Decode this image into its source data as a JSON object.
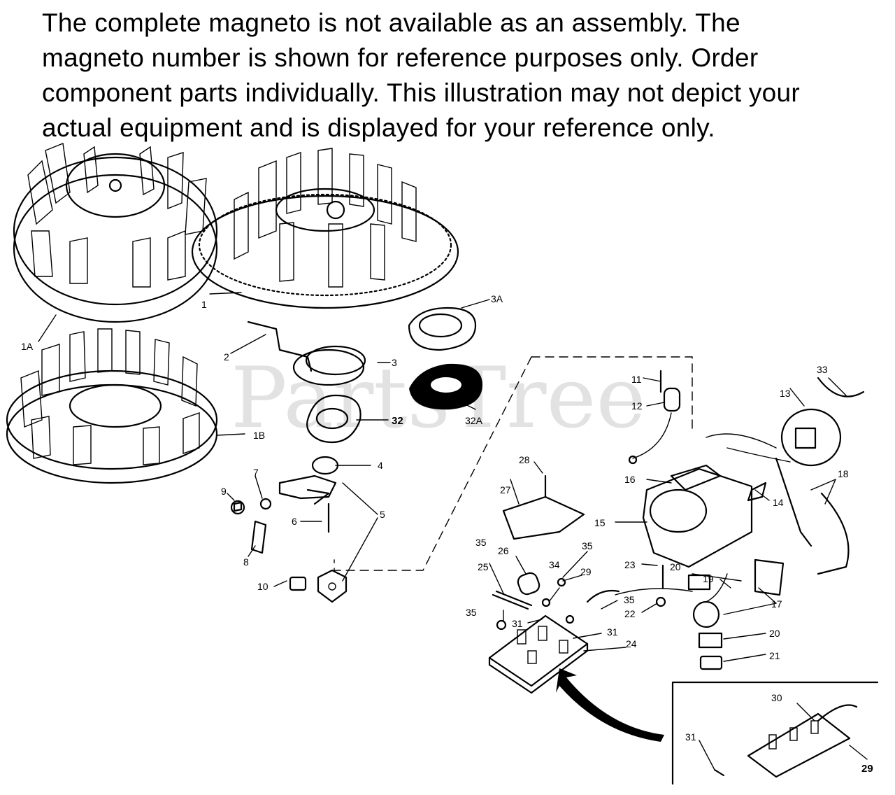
{
  "notice_text": "The complete magneto is not available as an assembly.  The magneto number is shown for reference purposes only. Order component parts individually.  This illustration may not depict your actual equipment and is displayed for your reference only.",
  "watermark_text": "PartsTree",
  "callouts": {
    "p1": "1",
    "p1a": "1A",
    "p1b": "1B",
    "p2": "2",
    "p3": "3",
    "p3a": "3A",
    "p4": "4",
    "p5": "5",
    "p6": "6",
    "p7": "7",
    "p8": "8",
    "p9": "9",
    "p10": "10",
    "p11": "11",
    "p12": "12",
    "p13": "13",
    "p14": "14",
    "p15": "15",
    "p16": "16",
    "p17": "17",
    "p18": "18",
    "p19": "19",
    "p20a": "20",
    "p20b": "20",
    "p21": "21",
    "p22": "22",
    "p23": "23",
    "p24": "24",
    "p25": "25",
    "p26": "26",
    "p27": "27",
    "p28": "28",
    "p29a": "29",
    "p29b": "29",
    "p30": "30",
    "p31a": "31",
    "p31b": "31",
    "p31c": "31",
    "p32": "32",
    "p32a": "32A",
    "p33": "33",
    "p34": "34",
    "p35a": "35",
    "p35b": "35",
    "p35c": "35",
    "p35d": "35"
  },
  "colors": {
    "ink": "#000000",
    "watermark": "#cfcfcf",
    "background": "#ffffff"
  }
}
